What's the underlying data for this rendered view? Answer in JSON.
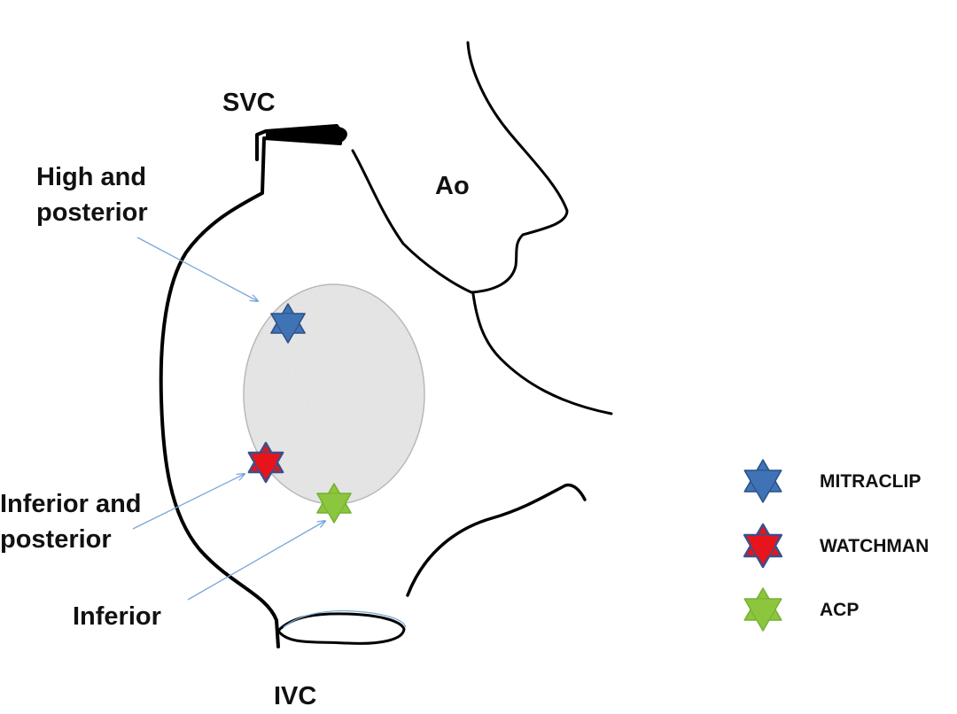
{
  "labels": {
    "svc": "SVC",
    "ao": "Ao",
    "ivc": "IVC",
    "high_posterior": [
      "High and",
      "posterior"
    ],
    "inferior_posterior": [
      "Inferior and",
      "posterior"
    ],
    "inferior": "Inferior"
  },
  "legend": [
    {
      "label": "MITRACLIP",
      "color": "#3f73b6"
    },
    {
      "label": "WATCHMAN",
      "color": "#e8141b"
    },
    {
      "label": "ACP",
      "color": "#8cc63f"
    }
  ],
  "markers": [
    {
      "name": "MITRACLIP",
      "color": "#3f73b6"
    },
    {
      "name": "WATCHMAN",
      "color": "#e8141b"
    },
    {
      "name": "ACP",
      "color": "#8cc63f"
    }
  ],
  "colors": {
    "outline": "#000000",
    "fossa_fill": "#e9e9e9",
    "fossa_stroke": "#b8b8b8",
    "arrow": "#7aa7d8"
  }
}
